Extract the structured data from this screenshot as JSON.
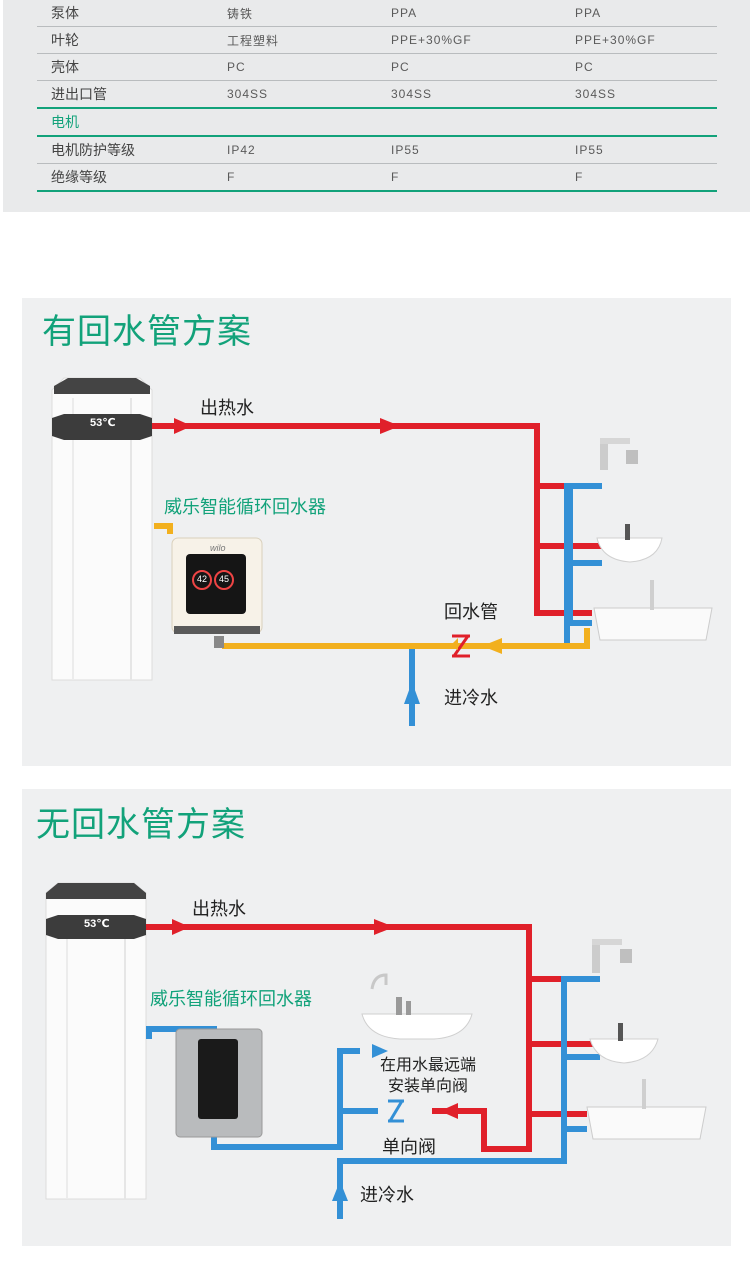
{
  "spec_table": {
    "rows": [
      {
        "kind": "data",
        "cells": [
          "泵体",
          "铸铁",
          "PPA",
          "PPA"
        ]
      },
      {
        "kind": "data",
        "cells": [
          "叶轮",
          "工程塑料",
          "PPE+30%GF",
          "PPE+30%GF"
        ]
      },
      {
        "kind": "data",
        "cells": [
          "壳体",
          "PC",
          "PC",
          "PC"
        ]
      },
      {
        "kind": "data",
        "cells": [
          "进出口管",
          "304SS",
          "304SS",
          "304SS"
        ]
      },
      {
        "kind": "section",
        "cells": [
          "电机"
        ]
      },
      {
        "kind": "data",
        "cells": [
          "电机防护等级",
          "IP42",
          "IP55",
          "IP55"
        ]
      },
      {
        "kind": "data",
        "cells": [
          "绝缘等级",
          "F",
          "F",
          "F"
        ]
      }
    ]
  },
  "scheme_with_return": {
    "title": "有回水管方案",
    "heater_temp": "53℃",
    "hot_water_out": "出热水",
    "pump_name": "威乐智能循环回水器",
    "return_pipe": "回水管",
    "cold_water_in": "进冷水",
    "pump_brand": "wilo",
    "pump_display_left": "42",
    "pump_display_right": "45"
  },
  "scheme_without_return": {
    "title": "无回水管方案",
    "heater_temp": "53℃",
    "hot_water_out": "出热水",
    "pump_name": "威乐智能循环回水器",
    "valve_note_line1": "在用水最远端",
    "valve_note_line2": "安装单向阀",
    "check_valve": "单向阀",
    "cold_water_in": "进冷水"
  },
  "colors": {
    "hot": "#e0202a",
    "cold": "#3390d6",
    "return": "#f2b01e",
    "accent": "#12a27a"
  }
}
